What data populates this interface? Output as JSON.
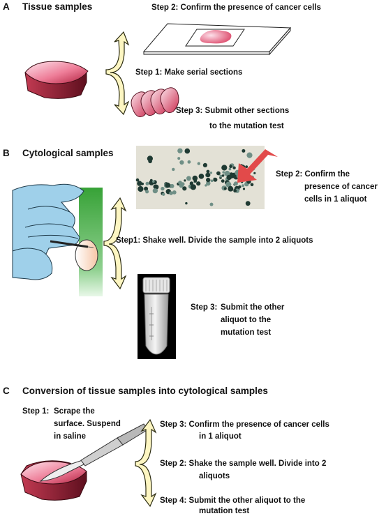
{
  "panel_a": {
    "letter": "A",
    "heading": "Tissue samples",
    "step2": "Step 2: Confirm the presence of cancer cells",
    "step1": "Step 1:  Make serial sections",
    "step3_line1": "Step 3: Submit other sections",
    "step3_line2": "to the mutation test"
  },
  "panel_b": {
    "letter": "B",
    "heading": "Cytological samples",
    "step2_line1": "Step 2: Confirm the",
    "step2_line2": "presence of cancer",
    "step2_line3": "cells in 1 aliquot",
    "step1": "Step1:  Shake well.  Divide the sample into 2 aliquots",
    "step3_label": "Step 3:",
    "step3_line1": "Submit the other",
    "step3_line2": "aliquot to the",
    "step3_line3": "mutation test"
  },
  "panel_c": {
    "letter": "C",
    "heading": "Conversion of tissue samples into cytological samples",
    "step1_label": "Step 1:",
    "step1_line1": "Scrape the",
    "step1_line2": "surface. Suspend",
    "step1_line3": "in saline",
    "step3_line1": "Step 3:  Confirm the presence of cancer cells",
    "step3_line2": "in 1 aliquot",
    "step2_line1": "Step 2:  Shake the sample well.  Divide into 2",
    "step2_line2": "aliquots",
    "step4_line1": "Step 4:  Submit the other aliquot to the",
    "step4_line2": "mutation test"
  },
  "colors": {
    "arrow_fill": "#fdf6c2",
    "tissue_pink": "#e8708a",
    "tissue_dark": "#7a1a2a",
    "glove_blue": "#9fd0ea",
    "green_bar": "#3fae3f",
    "red_arrow": "#e04848"
  }
}
